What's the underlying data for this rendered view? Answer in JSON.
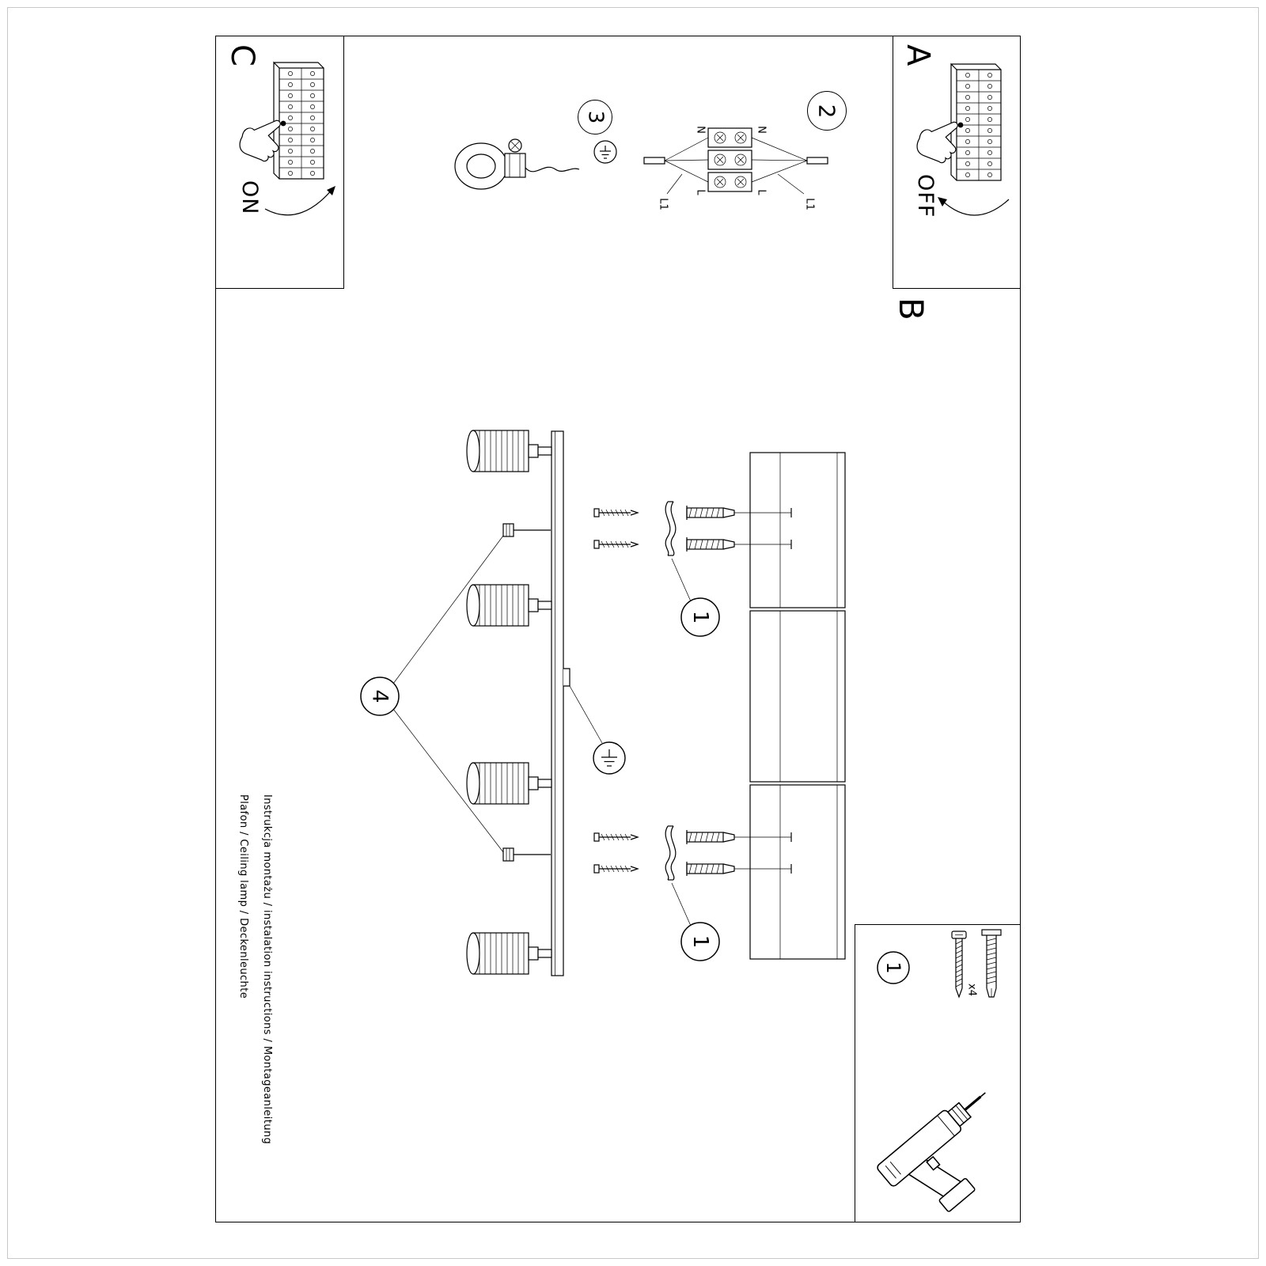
{
  "doc": {
    "product_line1": "Instrukcja montażu / instalation instructions / Montageanleitung",
    "product_line2": "Plafon / Ceiling lamp / Deckenleuchte"
  },
  "panels": {
    "a": {
      "label": "A",
      "action": "OFF"
    },
    "b": {
      "label": "B"
    },
    "c": {
      "label": "C",
      "action": "ON"
    }
  },
  "steps": {
    "s1": "1",
    "s2": "2",
    "s3": "3",
    "s4": "4"
  },
  "wiring": {
    "neutral": "N",
    "live": "L",
    "line1": "L1"
  },
  "parts": {
    "qty": "x4"
  },
  "icons": {
    "hand": "pointing-hand-icon",
    "ground": "ground-symbol-icon",
    "drill": "drill-icon",
    "screw": "screw-icon",
    "wall_plug": "wall-plug-icon"
  },
  "colors": {
    "ink": "#000000",
    "paper": "#ffffff"
  }
}
